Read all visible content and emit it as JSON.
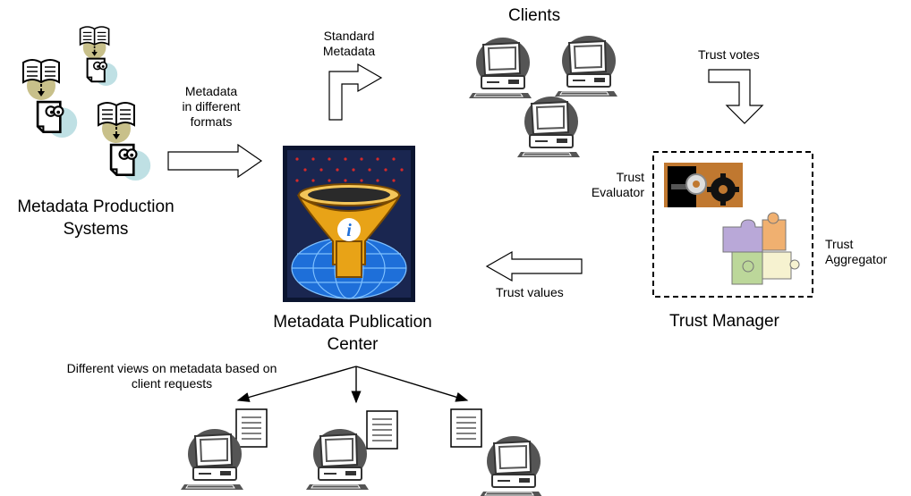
{
  "labels": {
    "clients": "Clients",
    "standard_metadata_1": "Standard",
    "standard_metadata_2": "Metadata",
    "trust_votes": "Trust votes",
    "metadata_formats_1": "Metadata",
    "metadata_formats_2": "in different",
    "metadata_formats_3": "formats",
    "production_systems_1": "Metadata Production",
    "production_systems_2": "Systems",
    "trust_evaluator_1": "Trust",
    "trust_evaluator_2": "Evaluator",
    "trust_aggregator_1": "Trust",
    "trust_aggregator_2": "Aggregator",
    "trust_values": "Trust values",
    "trust_manager": "Trust Manager",
    "publication_center_1": "Metadata Publication",
    "publication_center_2": "Center",
    "views_1": "Different views on metadata based on",
    "views_2": "client requests"
  },
  "colors": {
    "funnel_gold": "#e8a317",
    "info_blue": "#1e6fd9",
    "dark_navy": "#0b1530",
    "computer_gray": "#555555",
    "puzzle_purple": "#b9a8d8",
    "puzzle_orange": "#f0b070",
    "puzzle_green": "#bcd79a",
    "book_olive": "#c8c08a",
    "doc_circle_blue": "#bfe0e4"
  },
  "icons": [
    "book-icon",
    "document-icon",
    "computer-icon",
    "funnel-icon",
    "gears-icon",
    "puzzle-icon",
    "page-icon"
  ]
}
